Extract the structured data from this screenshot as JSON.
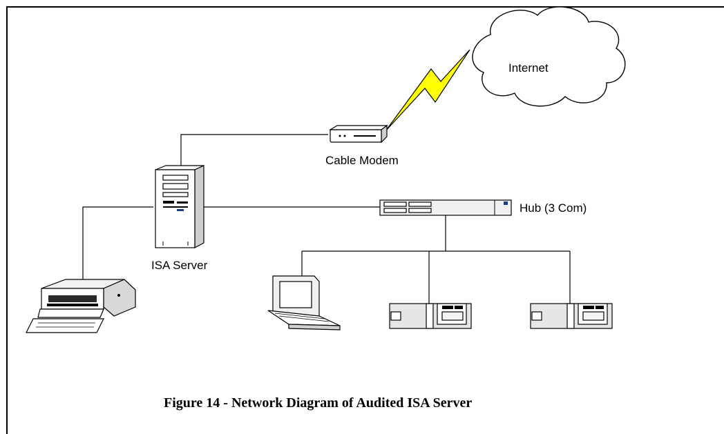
{
  "nodes": {
    "internet": {
      "label": "Internet"
    },
    "modem": {
      "label": "Cable Modem"
    },
    "isa": {
      "label": "ISA Server"
    },
    "hub": {
      "label": "Hub (3 Com)"
    }
  },
  "caption": "Figure 14 - Network Diagram of Audited ISA Server",
  "colors": {
    "lightning": "#ffff00",
    "device_fill": "#e6e6e6",
    "hub_fill": "#f0f0f0",
    "line": "#000000"
  }
}
